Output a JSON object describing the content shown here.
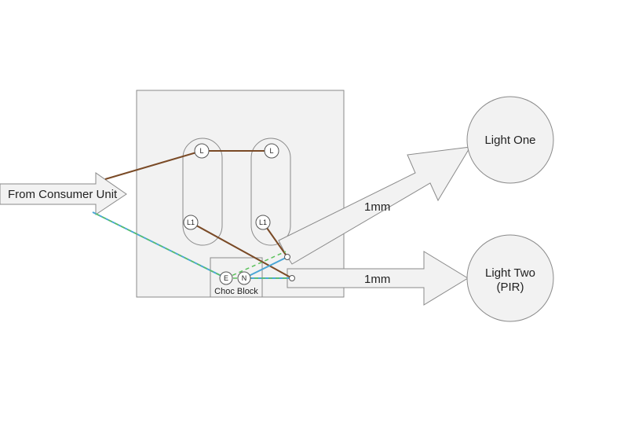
{
  "source": {
    "label": "From Consumer Unit"
  },
  "switch_plate": {
    "gangs": [
      {
        "top_terminal": "L",
        "bottom_terminal": "L1"
      },
      {
        "top_terminal": "L",
        "bottom_terminal": "L1"
      }
    ]
  },
  "choc_block": {
    "label": "Choc Block",
    "terminals": [
      "E",
      "N"
    ]
  },
  "cables": [
    {
      "label": "1mm"
    },
    {
      "label": "1mm"
    }
  ],
  "lights": [
    {
      "line1": "Light One",
      "line2": ""
    },
    {
      "line1": "Light Two",
      "line2": "(PIR)"
    }
  ],
  "colors": {
    "live": "#7a4a26",
    "neutral": "#4aa6d6",
    "earth": "#5cc25c",
    "plate_fill": "#f2f2f2",
    "outline": "#8a8a8a"
  }
}
